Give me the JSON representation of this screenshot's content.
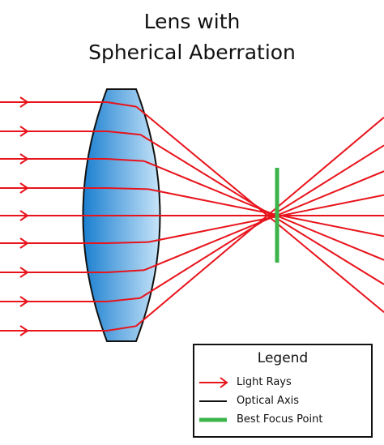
{
  "title": {
    "line1": "Lens with",
    "line2": "Spherical Aberration"
  },
  "colors": {
    "ray": "#e8141c",
    "axis": "#111111",
    "focus": "#3bb54a",
    "lens_dark": "#1a7fd0",
    "lens_light": "#bfe0f7"
  },
  "legend": {
    "title": "Legend",
    "items": [
      {
        "label": "Light Rays",
        "kind": "ray"
      },
      {
        "label": "Optical Axis",
        "kind": "axis"
      },
      {
        "label": "Best Focus Point",
        "kind": "focus"
      }
    ]
  }
}
